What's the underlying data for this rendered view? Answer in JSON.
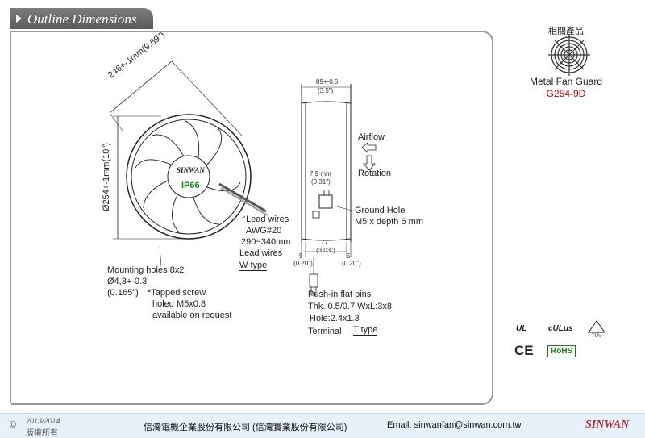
{
  "header": {
    "title": "Outline Dimensions"
  },
  "related": {
    "title": "相關產品",
    "product_name": "Metal Fan Guard",
    "product_model": "G254-9D"
  },
  "front_view": {
    "width_dim": "246+-1mm(9.69\")",
    "height_dim": "Ø254+-1mm(10\")",
    "badge": "IP66",
    "logo": "SINWAN",
    "lead_wires_label": "Lead wires",
    "awg": "AWG#20",
    "length": "290~340mm",
    "lead_wires_label2": "Lead wires",
    "w_type": "W type",
    "mounting_title": "Mounting holes 8x2",
    "mounting_dia": "Ø4,3+-0.3",
    "mounting_in": "(0.165\")",
    "tapped": "*Tapped screw",
    "tapped2": "holed M5x0.8",
    "tapped3": "available on request"
  },
  "side_view": {
    "depth": "89+-0.5",
    "depth_in": "(3.5\")",
    "airflow": "Airflow",
    "rotation": "Rotation",
    "pin_spacing": "7.9 mm",
    "pin_spacing_in": "(0.31\")",
    "ground_hole": "Ground Hole",
    "ground_hole_spec": "M5 x depth 6 mm",
    "dim_77": "77",
    "dim_77_in": "(3.03\")",
    "dim_5_left": "5",
    "dim_5_left_in": "(0.20\")",
    "dim_5_right": "5",
    "dim_5_right_in": "(0.20\")",
    "push_in": "Push-in flat pins",
    "thk": "Thk. 0.5/0.7  WxL:3x8",
    "hole": "Hole:2.4x1.3",
    "terminal": "Terminal",
    "t_type": "T type"
  },
  "certs": {
    "ul": "UL",
    "cul": "cULus",
    "tuv": "TÜV",
    "ce": "CE",
    "rohs": "RoHS"
  },
  "footer": {
    "copyright": "©",
    "years": "2013/2014",
    "rights": "版權所有",
    "company": "信灣電機企業股份有限公司 (信灣實業股份有限公司)",
    "email": "Email: sinwanfan@sinwan.com.tw",
    "brand": "SINWAN"
  }
}
